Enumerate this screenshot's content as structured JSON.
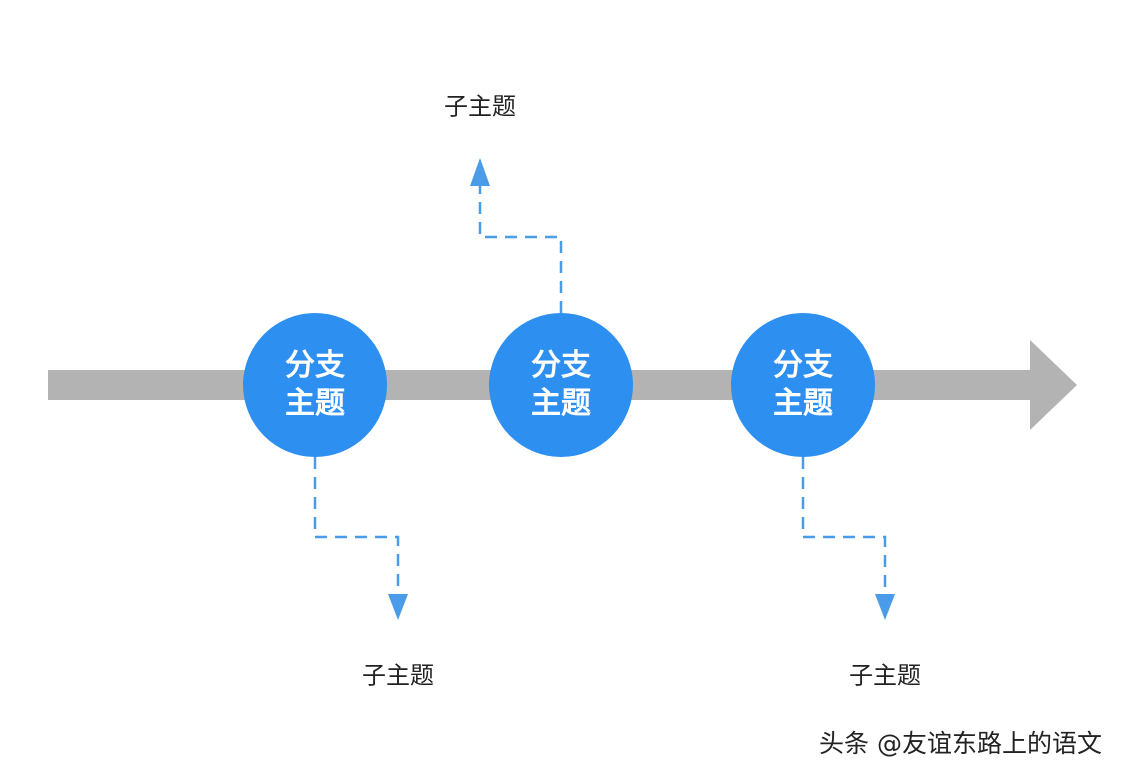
{
  "colors": {
    "timeline": "#b3b3b3",
    "node": "#2d8ff0",
    "connector": "#4a9be8"
  },
  "nodes": [
    {
      "line1": "分支",
      "line2": "主题"
    },
    {
      "line1": "分支",
      "line2": "主题"
    },
    {
      "line1": "分支",
      "line2": "主题"
    }
  ],
  "subtopics": [
    "子主题",
    "子主题",
    "子主题"
  ],
  "watermark": "头条 @友谊东路上的语文"
}
